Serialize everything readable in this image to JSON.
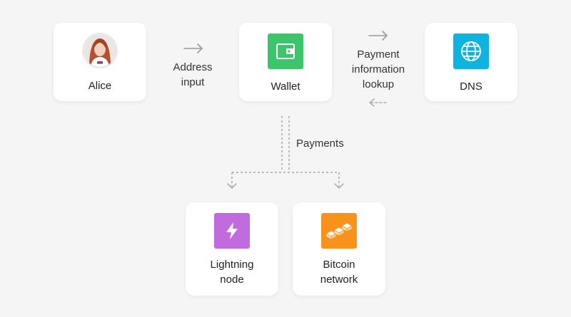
{
  "nodes": {
    "alice": {
      "label": "Alice"
    },
    "wallet": {
      "label": "Wallet"
    },
    "dns": {
      "label": "DNS"
    },
    "lightning": {
      "label_line1": "Lightning",
      "label_line2": "node"
    },
    "bitcoin": {
      "label_line1": "Bitcoin",
      "label_line2": "network"
    }
  },
  "edges": {
    "address_input": {
      "line1": "Address",
      "line2": "input"
    },
    "payment_lookup": {
      "line1": "Payment",
      "line2": "information",
      "line3": "lookup"
    },
    "payments": {
      "label": "Payments"
    }
  },
  "icons": {
    "wallet": "wallet-icon",
    "dns": "globe-icon",
    "lightning": "lightning-bolt-icon",
    "bitcoin": "blocks-chain-icon",
    "alice": "avatar"
  },
  "colors": {
    "wallet": "#3cc56b",
    "dns": "#0fb3e0",
    "lightning": "#c06bde",
    "bitcoin": "#f7931a",
    "arrow": "#9a9a9a",
    "background": "#f5f5f5"
  }
}
